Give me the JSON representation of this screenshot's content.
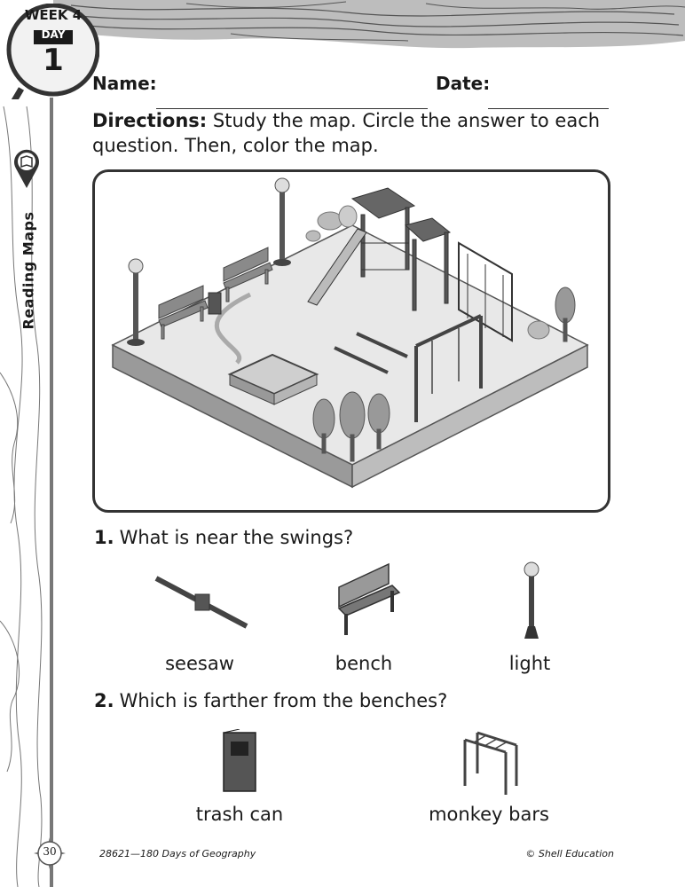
{
  "header": {
    "week": "WEEK 4",
    "day_label": "DAY",
    "day_number": "1",
    "section": "Reading Maps"
  },
  "form": {
    "name_label": "Name:",
    "date_label": "Date:"
  },
  "directions": {
    "lead": "Directions:",
    "text": "Study the map.  Circle the answer to each question.  Then, color the map."
  },
  "questions": [
    {
      "number": "1.",
      "text": "What is near the swings?",
      "answers": [
        {
          "label": "seesaw",
          "icon": "seesaw-icon"
        },
        {
          "label": "bench",
          "icon": "bench-icon"
        },
        {
          "label": "light",
          "icon": "lamp-post-icon"
        }
      ]
    },
    {
      "number": "2.",
      "text": "Which is farther from the benches?",
      "answers": [
        {
          "label": "trash can",
          "icon": "trash-can-icon"
        },
        {
          "label": "monkey bars",
          "icon": "monkey-bars-icon"
        }
      ]
    }
  ],
  "footer": {
    "page_number": "30",
    "book": "28621—180 Days of Geography",
    "publisher": "© Shell Education"
  }
}
